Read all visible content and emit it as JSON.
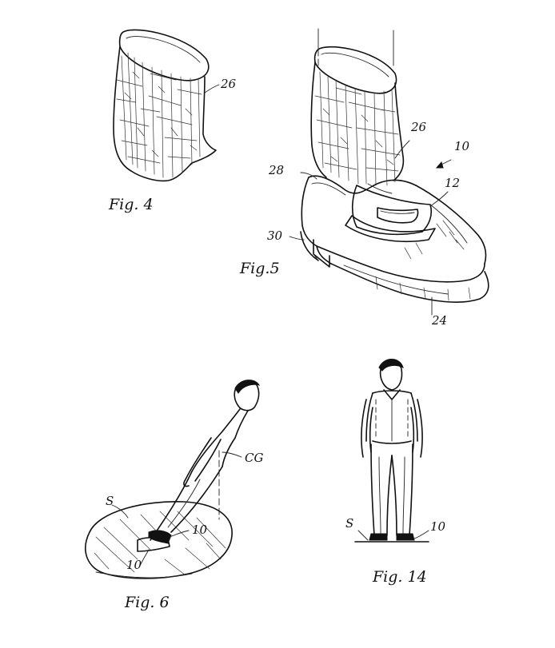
{
  "figures": {
    "fig4": {
      "caption": "Fig. 4",
      "refs": {
        "cuff": "26"
      }
    },
    "fig5": {
      "caption": "Fig.5",
      "refs": {
        "cuff": "26",
        "assembly": "10",
        "strap": "12",
        "collar": "28",
        "heel": "30",
        "sole": "24"
      }
    },
    "fig6": {
      "caption": "Fig. 6",
      "refs": {
        "surface": "S",
        "center_of_gravity": "CG",
        "shoe_upper": "10",
        "shoe_lower": "10"
      }
    },
    "fig14": {
      "caption": "Fig. 14",
      "refs": {
        "surface": "S",
        "shoe": "10"
      }
    }
  },
  "ink_color": "#111111"
}
